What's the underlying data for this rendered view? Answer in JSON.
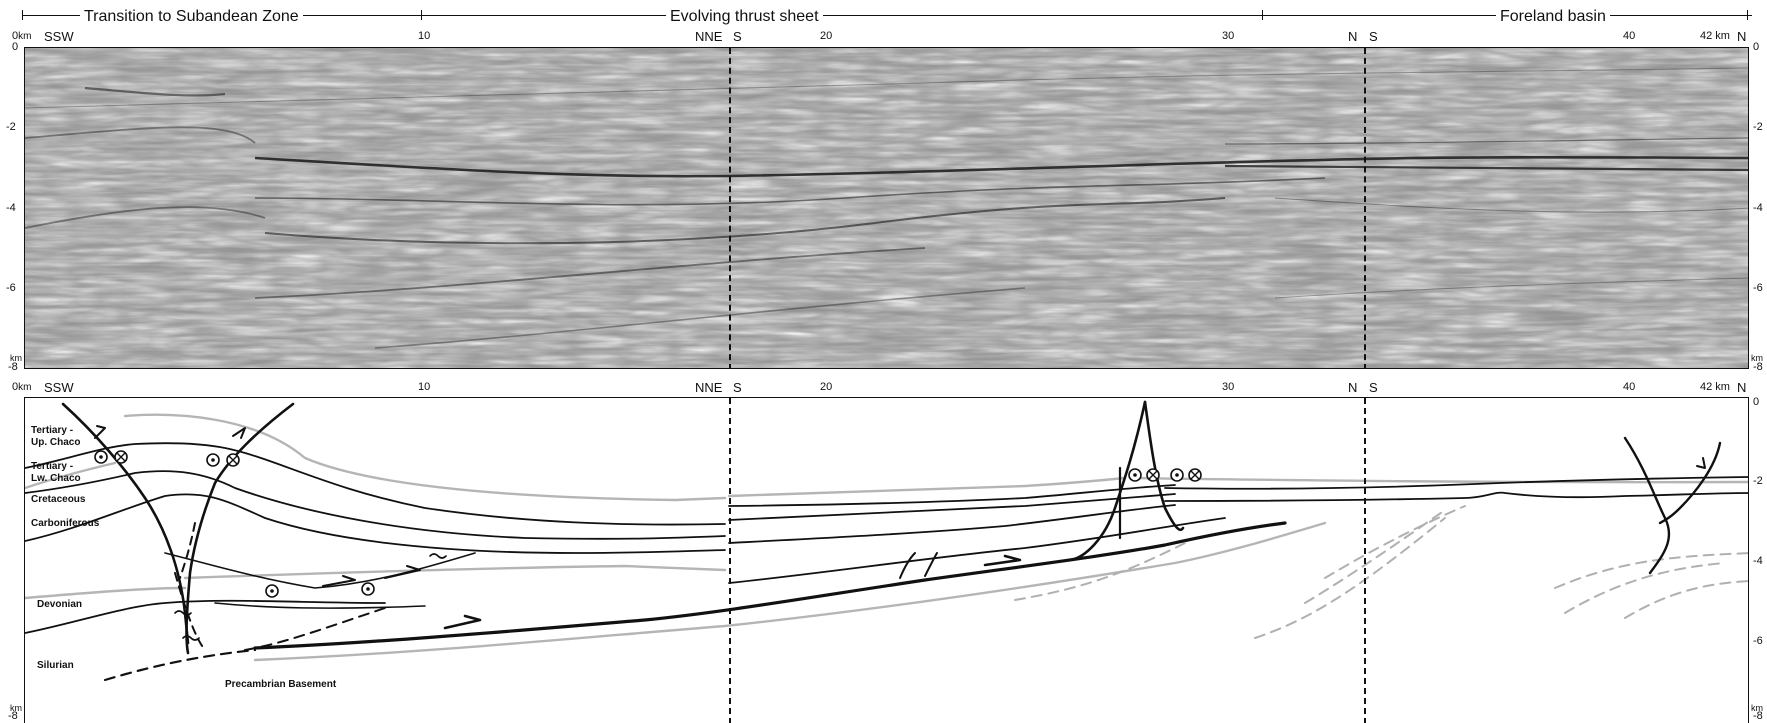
{
  "zones": {
    "transition": "Transition to Subandean Zone",
    "thrust_sheet": "Evolving thrust sheet",
    "foreland": "Foreland basin"
  },
  "top_panel": {
    "x_ticks": {
      "start": "0",
      "unit_km": "km",
      "t10": "10",
      "t20": "20",
      "t30": "30",
      "t40": "40",
      "end": "42 km"
    },
    "directions": {
      "left_start": "SSW",
      "left_end": "NNE",
      "mid_start": "S",
      "mid_end": "N",
      "right_start": "S",
      "right_end": "N"
    },
    "y_ticks": {
      "left": [
        "0",
        "-2",
        "-4",
        "-6",
        "-8"
      ],
      "right": [
        "0",
        "-2",
        "-4",
        "-6",
        "-8"
      ],
      "unit": "km"
    }
  },
  "bottom_panel": {
    "x_ticks": {
      "start": "0",
      "unit_km": "km",
      "t10": "10",
      "t20": "20",
      "t30": "30",
      "t40": "40",
      "end": "42 km"
    },
    "directions": {
      "left_start": "SSW",
      "left_end": "NNE",
      "mid_start": "S",
      "mid_end": "N",
      "right_start": "S",
      "right_end": "N"
    },
    "y_ticks": {
      "left": [
        "-8"
      ],
      "right": [
        "0",
        "-2",
        "-4",
        "-6",
        "-8"
      ],
      "unit": "km"
    },
    "units": {
      "tertiary_up_1": "Tertiary -",
      "tertiary_up_2": "Up. Chaco",
      "tertiary_lw_1": "Tertiary -",
      "tertiary_lw_2": "Lw. Chaco",
      "cretaceous": "Cretaceous",
      "carboniferous": "Carboniferous",
      "devonian": "Devonian",
      "silurian": "Silurian",
      "basement": "Precambrian Basement"
    }
  },
  "colors": {
    "horizon": "#111111",
    "faint_horizon": "#b5b5b5",
    "dashed": "#b0b0b0"
  }
}
